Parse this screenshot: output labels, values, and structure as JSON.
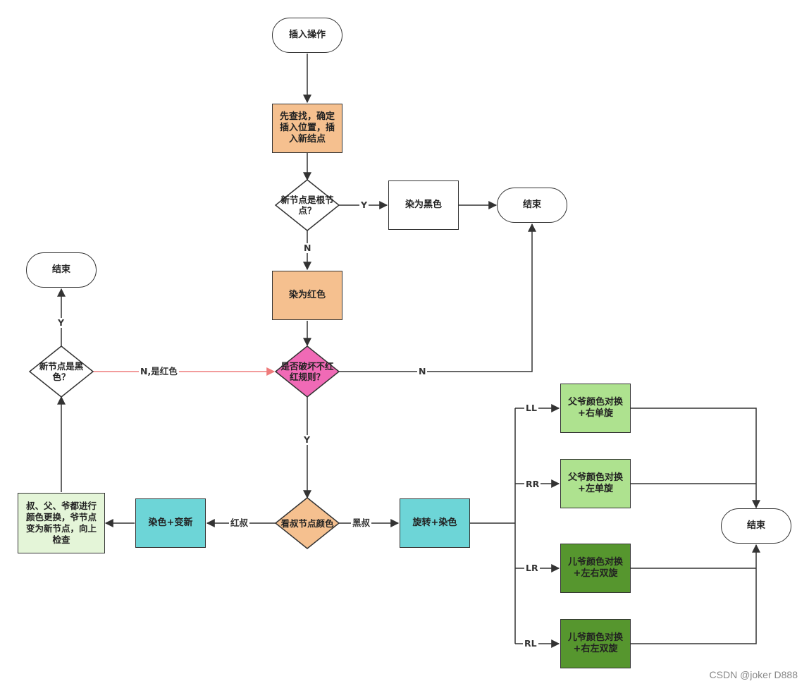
{
  "colors": {
    "orange": "#f5c08f",
    "pink": "#f06ab6",
    "cyan": "#6dd5d7",
    "light_green": "#aee28f",
    "dark_green": "#56962e",
    "pale_green": "#e4f5d8",
    "red_arrow": "#ee7b7b",
    "line": "#333333"
  },
  "nodes": {
    "start": "插入操作",
    "find_insert": "先查找，确定插入位置，插入新结点",
    "is_root": "新节点是根节点？",
    "color_black": "染为黑色",
    "end_top": "结束",
    "color_red": "染为红色",
    "break_rule": "是否破坏不红红规则？",
    "end_left": "结束",
    "is_black": "新节点是黑色？",
    "check_uncle": "看叔节点颜色",
    "recolor_swap": "染色+变新",
    "propagate": "叔、父、爷都进行颜色更换，爷节点变为新节点，向上检查",
    "rotate_recolor": "旋转+染色",
    "ll_case": "父爷颜色对换+右单旋",
    "rr_case": "父爷颜色对换+左单旋",
    "lr_case": "儿爷颜色对换+左右双旋",
    "rl_case": "儿爷颜色对换+右左双旋",
    "end_right": "结束"
  },
  "edge_labels": {
    "root_yes": "Y",
    "root_no": "N",
    "rule_no": "N",
    "rule_yes": "Y",
    "not_red": "N,是红色",
    "black_yes": "Y",
    "red_uncle": "红叔",
    "black_uncle": "黑叔",
    "ll": "LL",
    "rr": "RR",
    "lr": "LR",
    "rl": "RL"
  },
  "watermark": "CSDN @joker D888"
}
